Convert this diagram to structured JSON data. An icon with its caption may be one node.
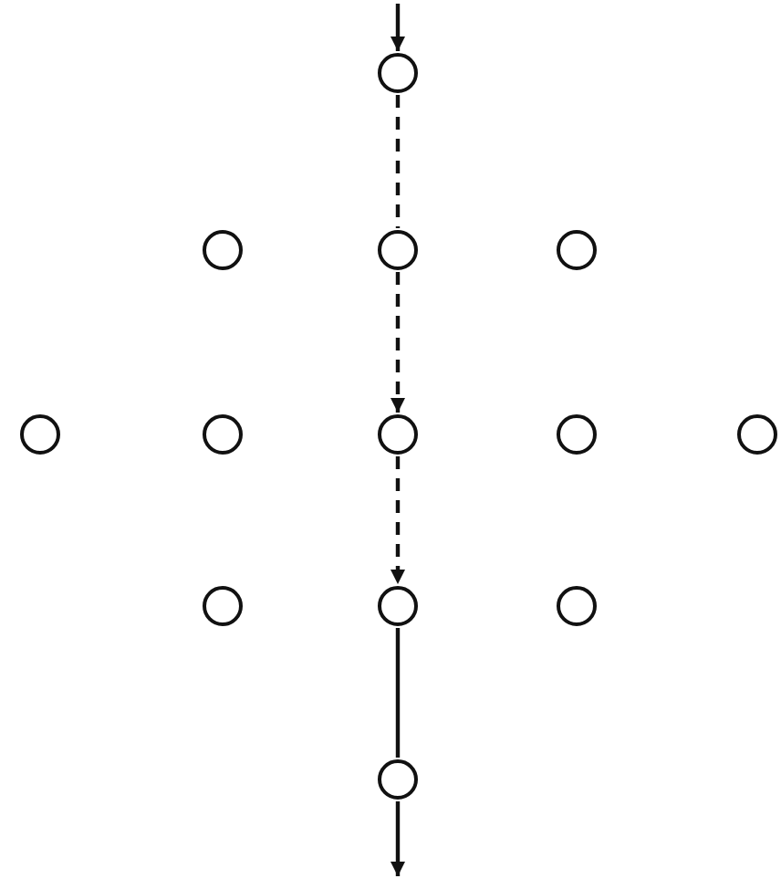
{
  "diagram": {
    "nodes": [
      {
        "text": [],
        "shape": "circle"
      },
      {
        "text": [],
        "shape": "circle"
      },
      {
        "text": [],
        "shape": "circle"
      },
      {
        "text": [],
        "shape": "circle"
      },
      {
        "text": [],
        "shape": "circle"
      },
      {
        "text": [],
        "shape": "circle"
      },
      {
        "text": [],
        "shape": "circle"
      },
      {
        "text": [],
        "shape": "circle"
      },
      {
        "text": [],
        "shape": "circle"
      },
      {
        "text": [],
        "shape": "circle"
      },
      {
        "text": [],
        "shape": "circle"
      },
      {
        "text": [],
        "shape": "circle"
      },
      {
        "text": [],
        "shape": "circle"
      }
    ],
    "edges": [
      {
        "from": null,
        "to": 0,
        "arrow": "to"
      },
      {
        "from": 0,
        "to": 2,
        "arrow": "none",
        "style": "dashed"
      },
      {
        "from": 2,
        "to": 6,
        "arrow": "to",
        "style": "dashed"
      },
      {
        "from": 6,
        "to": 10,
        "arrow": "to",
        "style": "dashed"
      },
      {
        "from": 10,
        "to": 12,
        "arrow": "none"
      },
      {
        "from": 12,
        "to": null,
        "arrow": "to"
      }
    ]
  }
}
